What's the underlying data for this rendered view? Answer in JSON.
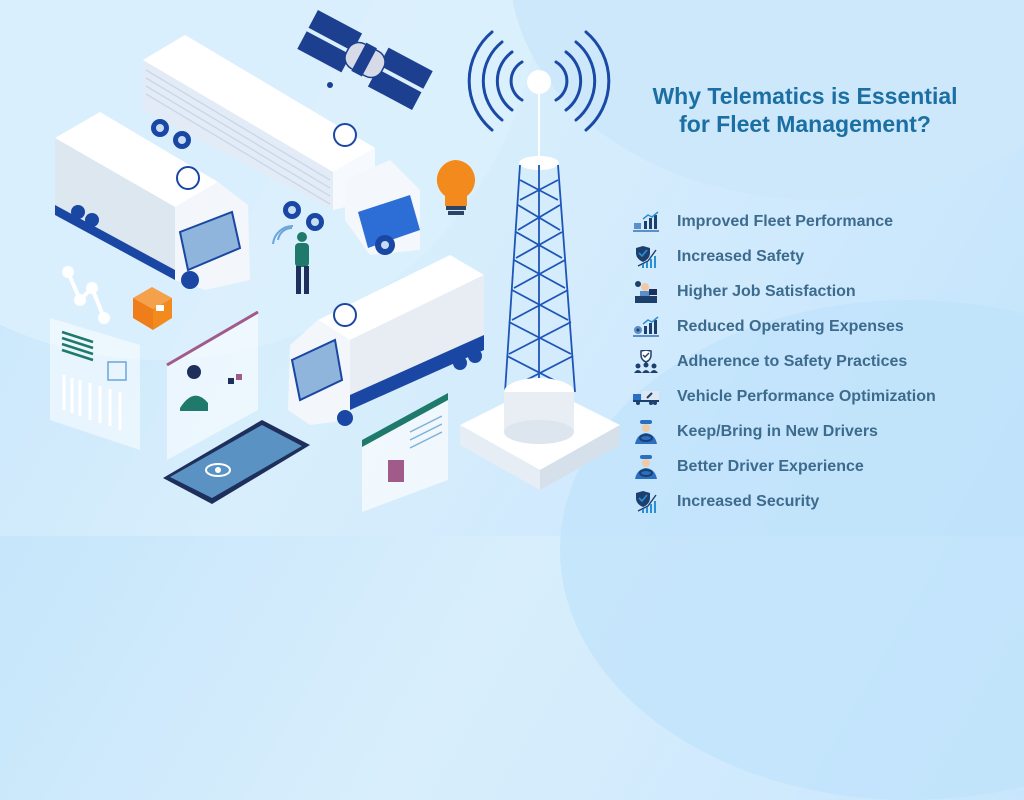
{
  "title": {
    "line1": "Why Telematics is Essential",
    "line2": "for Fleet Management?",
    "color": "#1b6fa3"
  },
  "benefits": [
    {
      "label": "Improved Fleet Performance",
      "icon": "performance-chart-icon"
    },
    {
      "label": "Increased Safety",
      "icon": "shield-growth-icon"
    },
    {
      "label": "Higher Job Satisfaction",
      "icon": "worker-desk-icon"
    },
    {
      "label": "Reduced Operating Expenses",
      "icon": "coin-chart-icon"
    },
    {
      "label": "Adherence to Safety Practices",
      "icon": "shield-team-icon"
    },
    {
      "label": "Vehicle Performance Optimization",
      "icon": "truck-wrench-icon"
    },
    {
      "label": "Keep/Bring in New Drivers",
      "icon": "driver-icon"
    },
    {
      "label": "Better Driver Experience",
      "icon": "driver-icon"
    },
    {
      "label": "Increased Security",
      "icon": "shield-growth-icon"
    }
  ],
  "colors": {
    "label_text": "#3d6b8e",
    "accent_blue": "#1947a3",
    "orange": "#f28a1e",
    "teal": "#1f7a6b",
    "background": "#d2ebfc"
  }
}
